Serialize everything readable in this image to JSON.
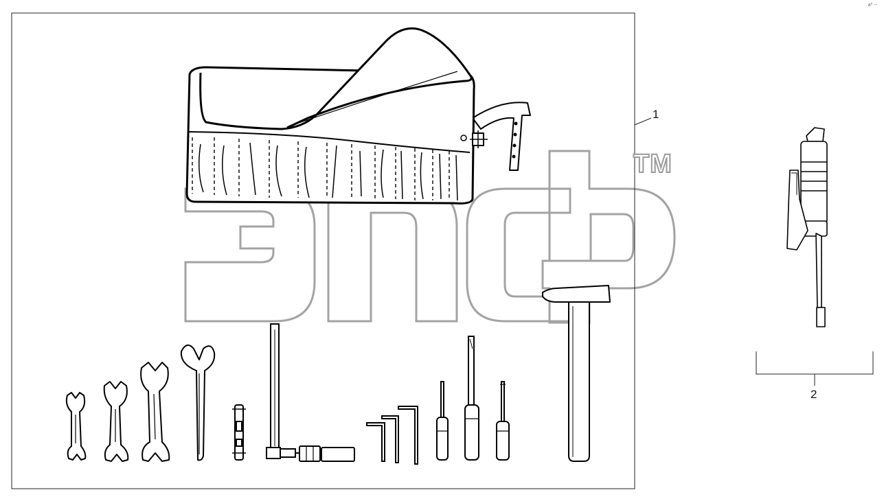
{
  "callouts": {
    "kit": "1",
    "grease_gun": "2"
  },
  "watermark": {
    "trademark": "TM",
    "color": "#9a9a9a"
  },
  "corner_mark": "a⁰ ‑‑",
  "icons": [
    "tool-roll-icon",
    "wrench-icon",
    "box-spanner-icon",
    "socket-tommy-bar-icon",
    "hex-key-icon",
    "screwdriver-icon",
    "hammer-icon",
    "grease-gun-icon"
  ],
  "line_color": "#000000"
}
